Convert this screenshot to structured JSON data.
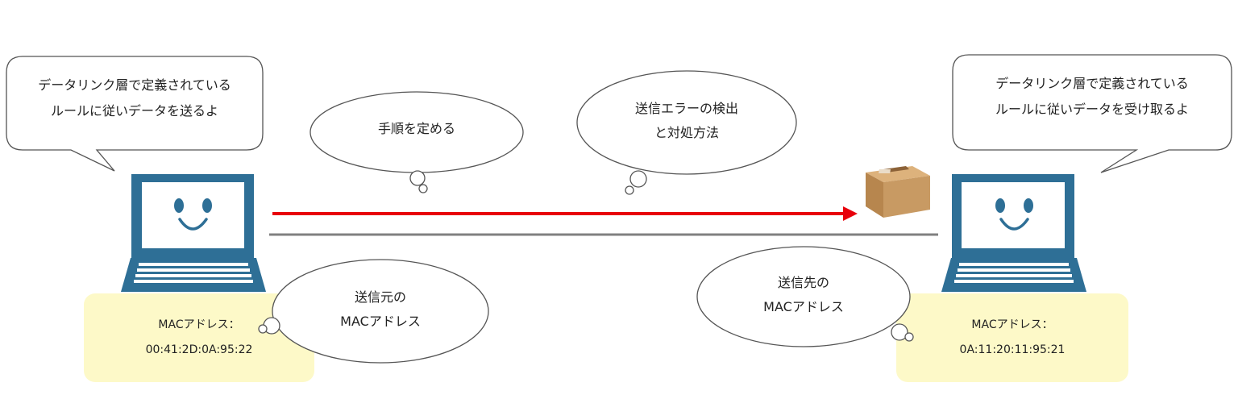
{
  "sender": {
    "speech": [
      "データリンク層で定義されている",
      "ルールに従いデータを送るよ"
    ],
    "mac_label": "MACアドレス：",
    "mac_value": "00:41:2D:0A:95:22"
  },
  "receiver": {
    "speech": [
      "データリンク層で定義されている",
      "ルールに従いデータを受け取るよ"
    ],
    "mac_label": "MACアドレス：",
    "mac_value": "0A:11:20:11:95:21"
  },
  "thoughts": {
    "procedure": [
      "手順を定める"
    ],
    "error_handling": [
      "送信エラーの検出",
      "と対処方法"
    ],
    "source_mac": [
      "送信元の",
      "MACアドレス"
    ],
    "destination_mac": [
      "送信先の",
      "MACアドレス"
    ]
  },
  "colors": {
    "laptop": "#2e6f96",
    "arrow": "#e8000b",
    "link": "#808080",
    "mac_box": "#fdf9c8",
    "package": "#c89a63"
  }
}
